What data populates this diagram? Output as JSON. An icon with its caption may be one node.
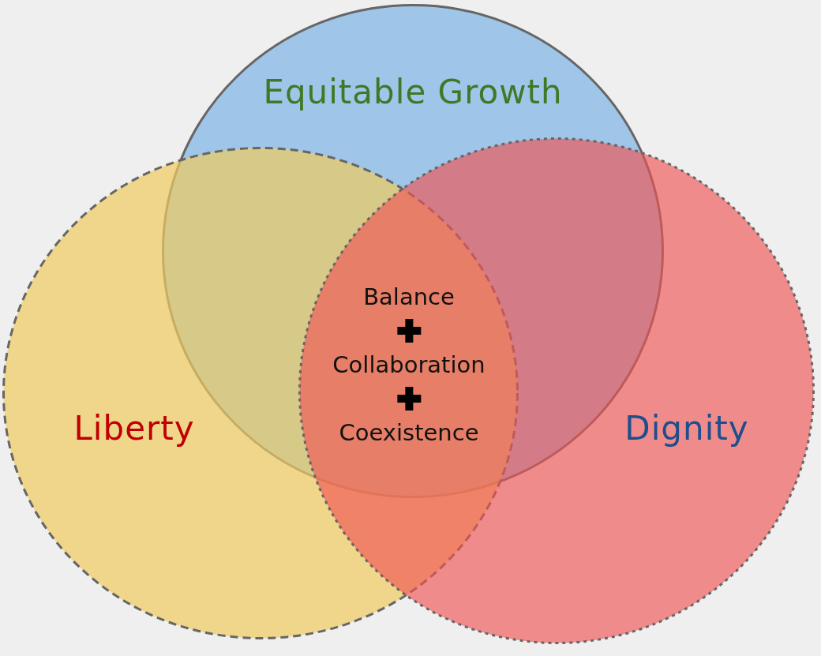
{
  "diagram": {
    "nodes": [
      {
        "text": [
          "Equitable Growth"
        ]
      },
      {
        "text": [
          "Liberty"
        ]
      },
      {
        "text": [
          "Dignity"
        ]
      }
    ],
    "labels": [
      "Balance",
      "Collaboration",
      "Coexistence"
    ]
  }
}
